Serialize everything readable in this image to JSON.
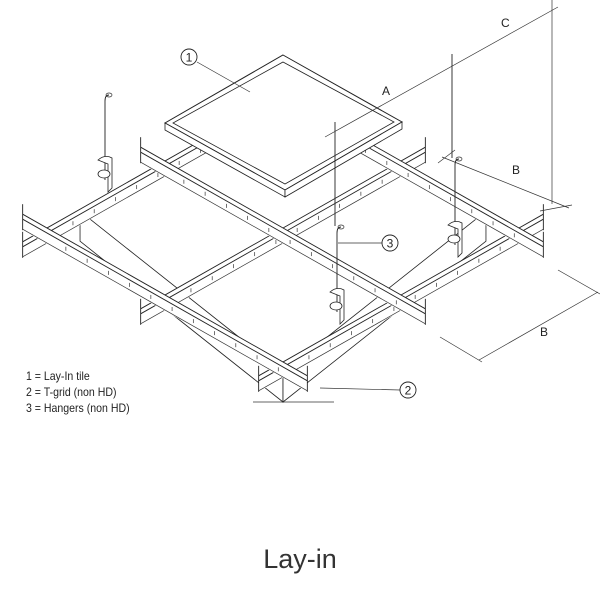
{
  "callouts": {
    "tile": "1",
    "tgrid": "2",
    "hanger": "3"
  },
  "dimensions": {
    "a": "A",
    "b_upper": "B",
    "b_lower": "B",
    "c": "C"
  },
  "legend": [
    "1 = Lay-In tile",
    "2 = T-grid (non HD)",
    "3 = Hangers (non HD)"
  ],
  "caption": "Lay-in"
}
